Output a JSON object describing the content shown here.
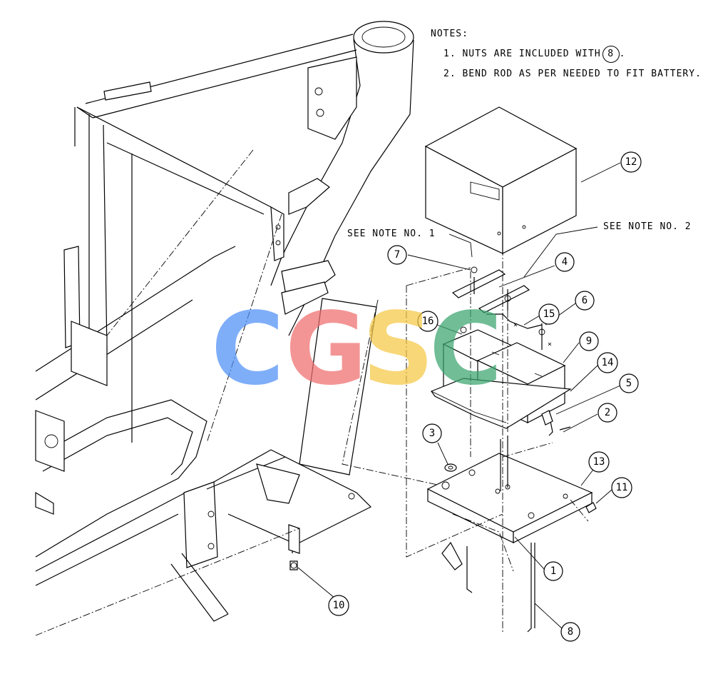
{
  "notes": {
    "heading": "NOTES:",
    "items": [
      {
        "prefix": "1. NUTS ARE INCLUDED WITH",
        "ref": "8",
        "suffix": "."
      },
      {
        "prefix": "2. BEND ROD AS PER NEEDED TO FIT BATTERY.",
        "ref": "",
        "suffix": ""
      }
    ]
  },
  "see_notes": {
    "note1": "SEE NOTE NO. 1",
    "note2": "SEE NOTE NO. 2"
  },
  "callouts": {
    "c1": "1",
    "c2": "2",
    "c3": "3",
    "c4": "4",
    "c5": "5",
    "c6": "6",
    "c7": "7",
    "c8": "8",
    "c9": "9",
    "c10": "10",
    "c11": "11",
    "c12": "12",
    "c13": "13",
    "c14": "14",
    "c15": "15",
    "c16": "16"
  },
  "watermark": {
    "letters": [
      "C",
      "G",
      "S",
      "C"
    ],
    "colors": [
      "#4f8ff7",
      "#ef6d6d",
      "#f6c945",
      "#3aa56e"
    ]
  }
}
